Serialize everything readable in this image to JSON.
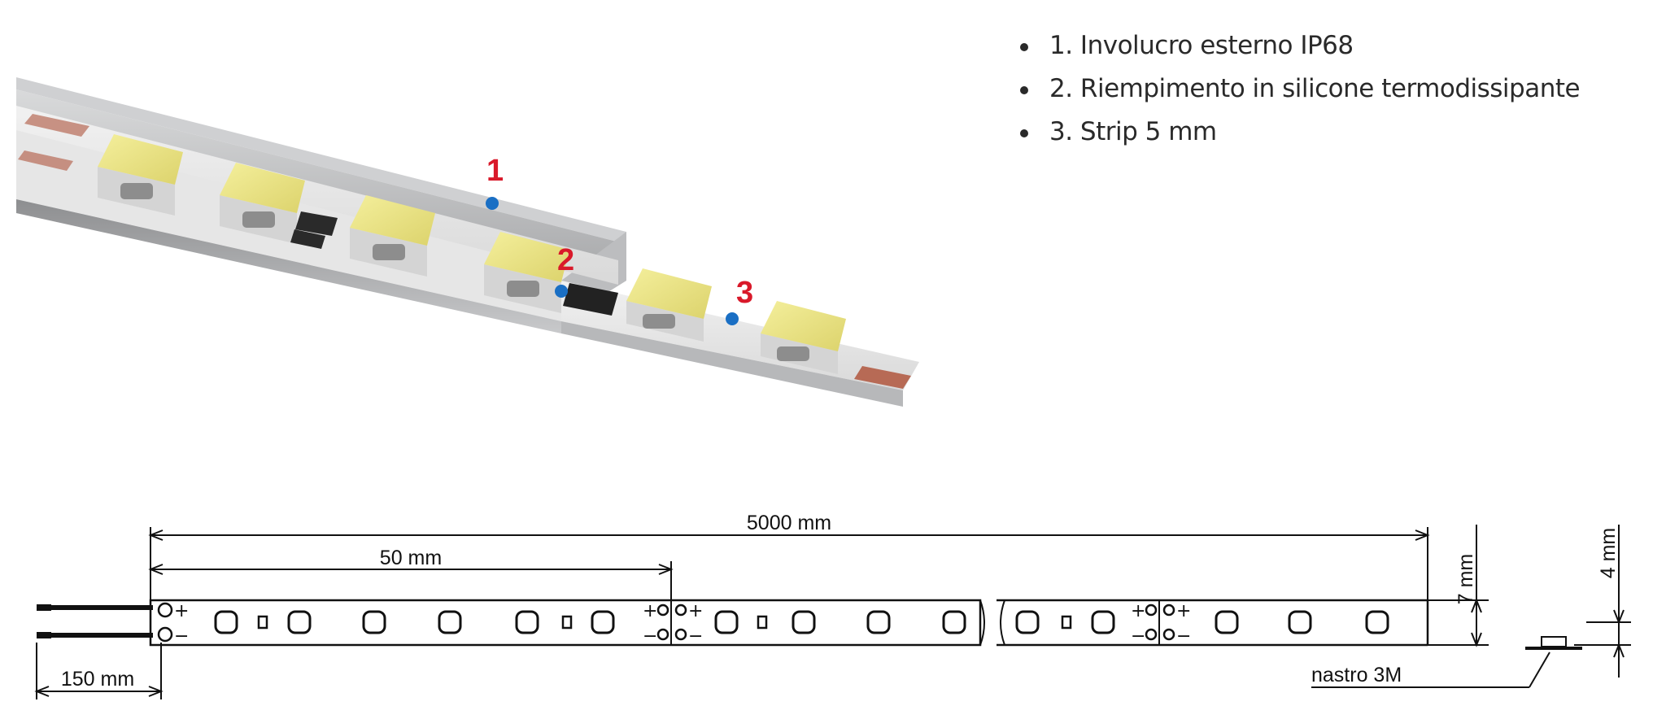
{
  "callouts": [
    {
      "number": "1",
      "label": "1. Involucro esterno IP68"
    },
    {
      "number": "2",
      "label": "2. Riempimento in silicone termodissipante"
    },
    {
      "number": "3",
      "label": "3. Strip 5 mm"
    }
  ],
  "drawing": {
    "total_length": "5000 mm",
    "segment_length": "50 mm",
    "cable_length": "150 mm",
    "strip_width": "7 mm",
    "strip_height": "4 mm",
    "tape_label": "nastro 3M",
    "polarity_plus": "+",
    "polarity_minus": "−"
  },
  "colors": {
    "accent_red": "#d9192a",
    "marker_blue": "#1a6fc4",
    "led_yellow": "#ece586",
    "text": "#2a2a2a"
  }
}
